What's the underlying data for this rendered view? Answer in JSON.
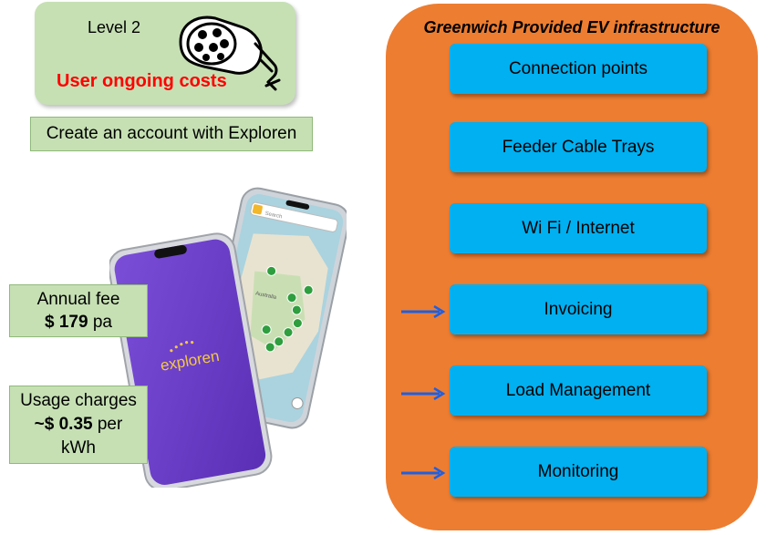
{
  "header_card": {
    "level": "Level 2",
    "costs_heading": "User ongoing costs"
  },
  "account": {
    "text": "Create an account with Exploren"
  },
  "annual_fee": {
    "label": "Annual fee",
    "amount": "$ 179",
    "suffix": " pa"
  },
  "usage": {
    "label": "Usage charges",
    "amount": "~$ 0.35",
    "suffix": " per",
    "unit": "kWh"
  },
  "phone": {
    "brand": "exploren",
    "search_placeholder": "Search",
    "map_label": "Australia"
  },
  "infrastructure": {
    "title": "Greenwich Provided EV infrastructure",
    "items": [
      {
        "label": "Connection points",
        "arrow": false
      },
      {
        "label": "Feeder Cable Trays",
        "arrow": false
      },
      {
        "label": "Wi Fi / Internet",
        "arrow": false
      },
      {
        "label": "Invoicing",
        "arrow": true
      },
      {
        "label": "Load Management",
        "arrow": true
      },
      {
        "label": "Monitoring",
        "arrow": true
      }
    ]
  },
  "colors": {
    "green_box": "#c6e0b4",
    "orange_panel": "#ed7d31",
    "blue_item": "#00b0f0",
    "red_text": "#ff0000",
    "arrow": "#1f5fe0",
    "phone_purple": "#6a3fc8"
  },
  "icons": {
    "plug": "ev-charging-plug-icon",
    "arrow": "right-arrow-icon"
  }
}
